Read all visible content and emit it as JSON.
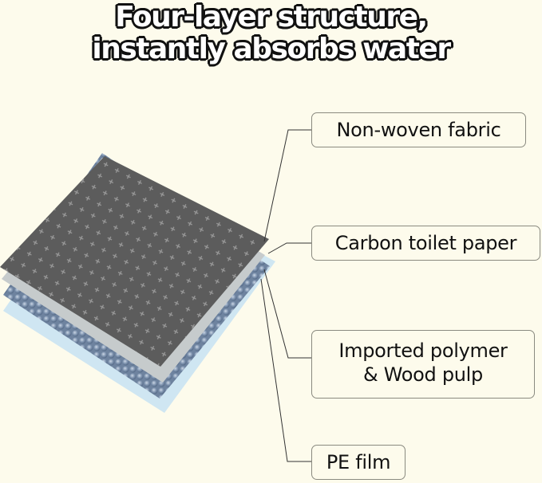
{
  "title": {
    "line1": "Four-layer structure,",
    "line2": "instantly absorbs water"
  },
  "layers": [
    {
      "id": "nonwoven",
      "label": "Non-woven fabric",
      "color": "#5c5c5c"
    },
    {
      "id": "carbon",
      "label": "Carbon toilet paper",
      "color": "#c6cbcc"
    },
    {
      "id": "polymer",
      "label_line1": "Imported polymer",
      "label_line2": "& Wood pulp",
      "color": "#7d8fa8"
    },
    {
      "id": "pe",
      "label": "PE film",
      "color": "#cfe6f2"
    }
  ],
  "colors": {
    "background": "#fdfbec",
    "leader_line": "#333333",
    "label_border": "#8a8a80"
  }
}
